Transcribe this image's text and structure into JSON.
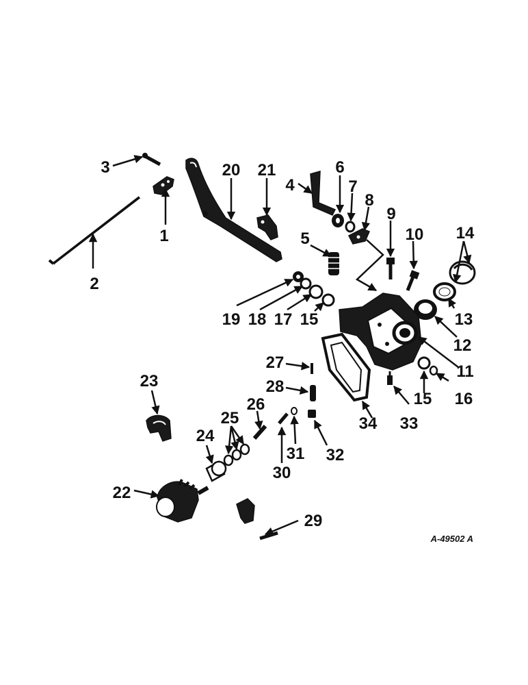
{
  "diagram": {
    "reference_code": "A-49502 A",
    "callouts": [
      "1",
      "2",
      "3",
      "4",
      "5",
      "6",
      "7",
      "8",
      "9",
      "10",
      "11",
      "12",
      "13",
      "14",
      "15",
      "16",
      "17",
      "18",
      "19",
      "20",
      "21",
      "22",
      "23",
      "24",
      "25",
      "26",
      "27",
      "28",
      "29",
      "30",
      "31",
      "32",
      "33",
      "34"
    ],
    "callout_15_second": "15"
  }
}
